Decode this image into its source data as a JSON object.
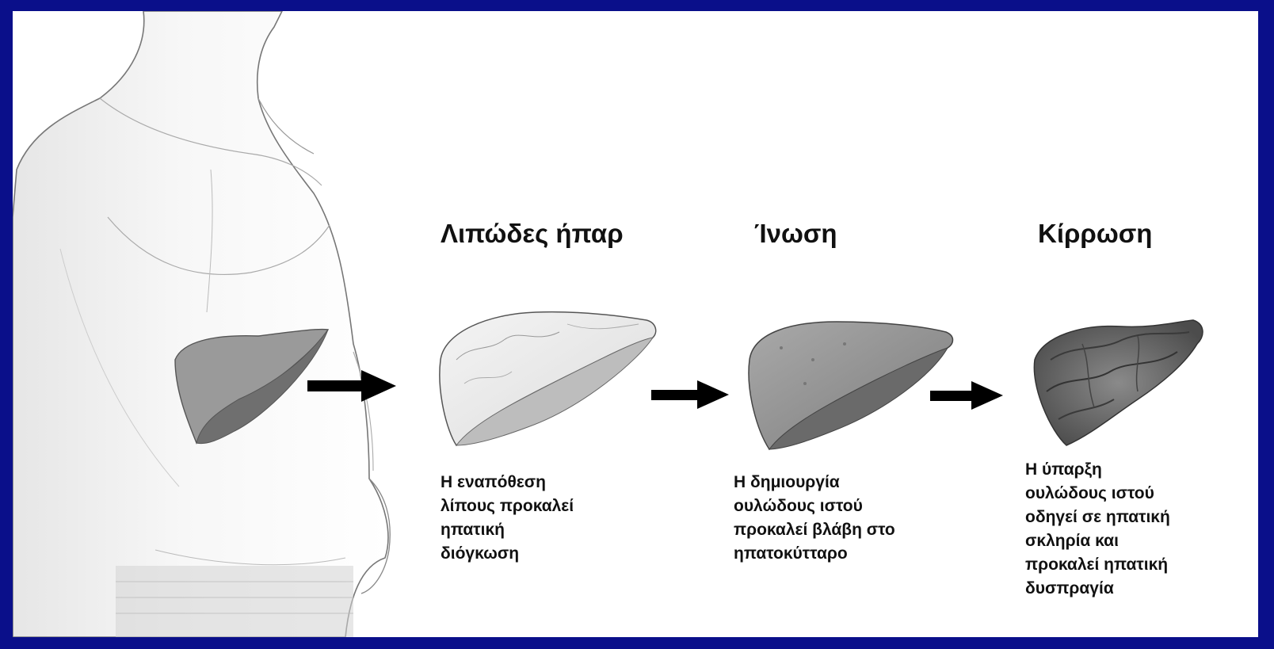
{
  "stages": [
    {
      "title": "Λιπώδες ήπαρ",
      "caption_lines": [
        "Η εναπόθεση",
        "λίπους προκαλεί",
        "ηπατική",
        "διόγκωση"
      ]
    },
    {
      "title": "Ίνωση",
      "caption_lines": [
        "Η δημιουργία",
        "ουλώδους ιστού",
        "προκαλεί  βλάβη στο",
        "ηπατοκύτταρο"
      ]
    },
    {
      "title": "Κίρρωση",
      "caption_lines": [
        "Η ύπαρξη",
        "ουλώδους ιστού",
        "οδηγεί σε ηπατική",
        "σκληρία  και",
        "προκαλεί ηπατική",
        "δυσπραγία"
      ]
    }
  ],
  "colors": {
    "border": "#0a0f8a",
    "background": "#ffffff",
    "text": "#111111",
    "arrow": "#000000",
    "healthy_liver": "#8f8f8f",
    "fatty_liver": "#e6e6e6",
    "fibrosis_liver": "#888888",
    "cirrhosis_liver": "#6a6a6a"
  },
  "icons": [
    "human-torso-sketch",
    "liver-in-body",
    "fatty-liver",
    "fibrotic-liver",
    "cirrhotic-liver",
    "right-arrow"
  ]
}
